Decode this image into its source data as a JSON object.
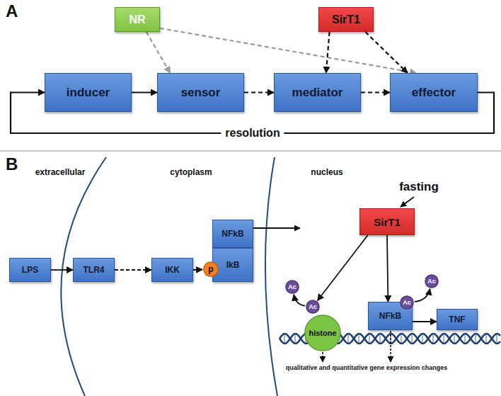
{
  "diagram": {
    "nodes": [
      {
        "text": [
          "NR"
        ]
      },
      {
        "text": [
          "SirT1"
        ]
      },
      {
        "text": [
          "inducer"
        ]
      },
      {
        "text": [
          "sensor"
        ]
      },
      {
        "text": [
          "mediator"
        ]
      },
      {
        "text": [
          "effector"
        ]
      },
      {
        "text": [
          "LPS"
        ]
      },
      {
        "text": [
          "TLR4"
        ]
      },
      {
        "text": [
          "IKK"
        ]
      },
      {
        "text": [
          "NFkB"
        ]
      },
      {
        "text": [
          "p"
        ]
      },
      {
        "text": [
          "IkB"
        ]
      },
      {
        "text": [
          "SirT1"
        ]
      },
      {
        "text": [
          "Ac"
        ]
      },
      {
        "text": [
          "Ac"
        ]
      },
      {
        "text": [
          "histone"
        ]
      },
      {
        "text": [
          "Ac"
        ]
      },
      {
        "text": [
          "NFkB"
        ]
      },
      {
        "text": [
          "Ac"
        ]
      },
      {
        "text": [
          "TNF"
        ]
      }
    ],
    "edges": [
      {
        "from": 2,
        "to": 3,
        "arrow": "to"
      },
      {
        "from": 3,
        "to": 4,
        "arrow": "to"
      },
      {
        "from": 4,
        "to": 5,
        "arrow": "to"
      },
      {
        "from": 5,
        "to": 2,
        "label": "resolution",
        "arrow": "to"
      },
      {
        "from": 0,
        "to": 3,
        "arrow": "to"
      },
      {
        "from": 0,
        "to": 5,
        "arrow": "to"
      },
      {
        "from": 1,
        "to": 4,
        "arrow": "to"
      },
      {
        "from": 1,
        "to": 5,
        "arrow": "to"
      },
      {
        "from": 6,
        "to": 7,
        "arrow": "to"
      },
      {
        "from": 7,
        "to": 8,
        "arrow": "to"
      },
      {
        "from": 8,
        "to": 10,
        "arrow": "to"
      },
      {
        "from": 12,
        "to": 14,
        "arrow": "to"
      },
      {
        "from": 12,
        "to": 17,
        "arrow": "to"
      },
      {
        "from": 14,
        "to": 13,
        "arrow": "to"
      },
      {
        "from": 16,
        "to": 18,
        "arrow": "to"
      },
      {
        "from": 17,
        "to": 19,
        "arrow": "to"
      }
    ],
    "labels": [
      "A",
      "B",
      "extracellular",
      "cytoplasm",
      "nucleus",
      "fasting",
      "qualitative and quantitative gene expression changes"
    ]
  }
}
